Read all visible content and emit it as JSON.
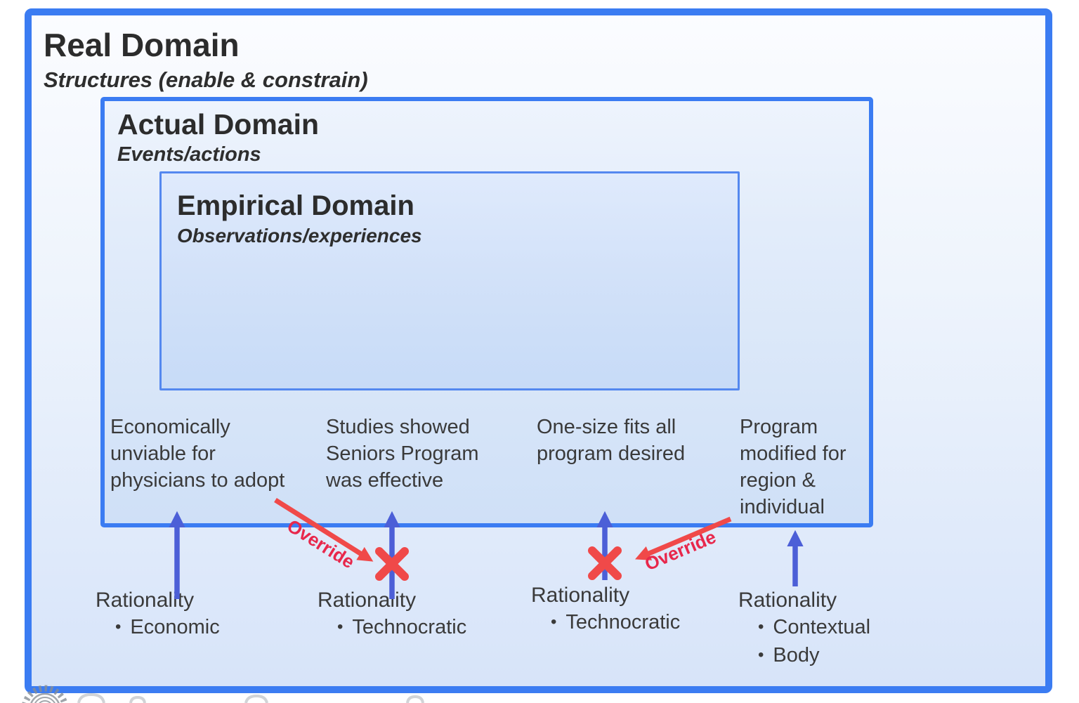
{
  "diagram": {
    "real": {
      "title": "Real Domain",
      "subtitle": "Structures (enable & constrain)"
    },
    "actual": {
      "title": "Actual Domain",
      "subtitle": "Events/actions"
    },
    "empirical": {
      "title": "Empirical Domain",
      "subtitle": "Observations/experiences"
    }
  },
  "events": [
    {
      "text": "Economically\nunviable for\nphysicians to adopt"
    },
    {
      "text": "Studies showed\nSeniors Program\nwas effective"
    },
    {
      "text": "One-size fits all\nprogram desired"
    },
    {
      "text": "Program\nmodified for\nregion &\nindividual"
    }
  ],
  "rationalities": [
    {
      "label": "Rationality",
      "items": [
        "Economic"
      ]
    },
    {
      "label": "Rationality",
      "items": [
        "Technocratic"
      ]
    },
    {
      "label": "Rationality",
      "items": [
        "Technocratic"
      ]
    },
    {
      "label": "Rationality",
      "items": [
        "Contextual",
        "Body"
      ]
    }
  ],
  "overrides": [
    {
      "label": "Override"
    },
    {
      "label": "Override"
    }
  ],
  "colors": {
    "box_border_blue": "#3b7cf2",
    "arrow_blue": "#4c5fd7",
    "override_red": "#f04949"
  }
}
